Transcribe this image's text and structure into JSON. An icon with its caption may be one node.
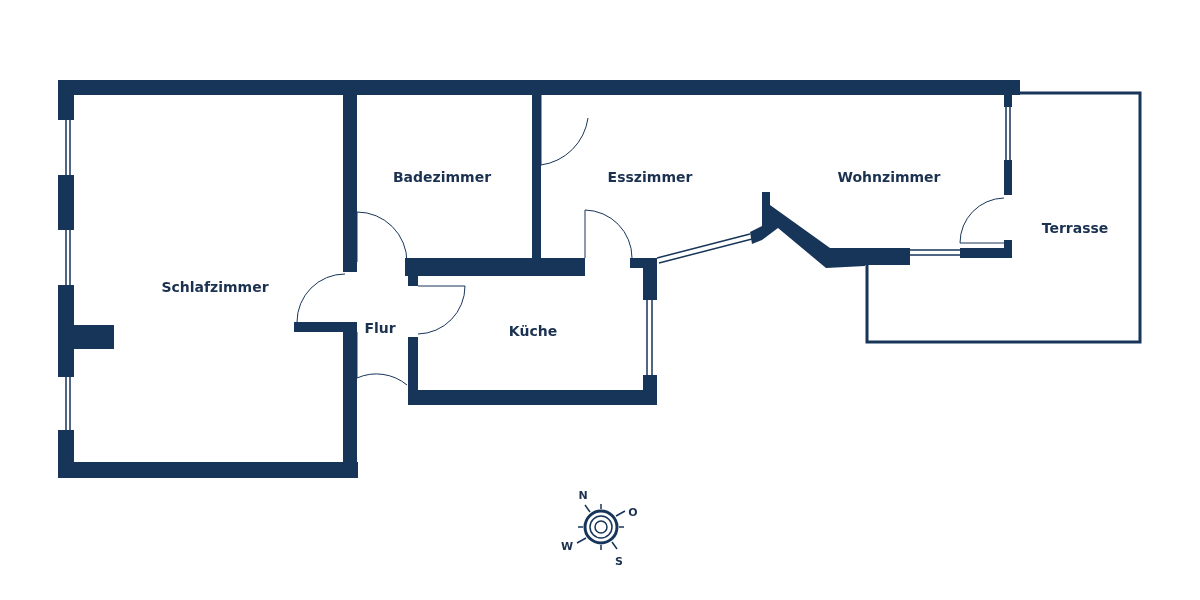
{
  "diagram": {
    "labels": [
      "Badezimmer",
      "Esszimmer",
      "Wohnzimmer",
      "Terrasse",
      "Schlafzimmer",
      "Flur",
      "Küche",
      "N",
      "O",
      "W",
      "S"
    ]
  }
}
